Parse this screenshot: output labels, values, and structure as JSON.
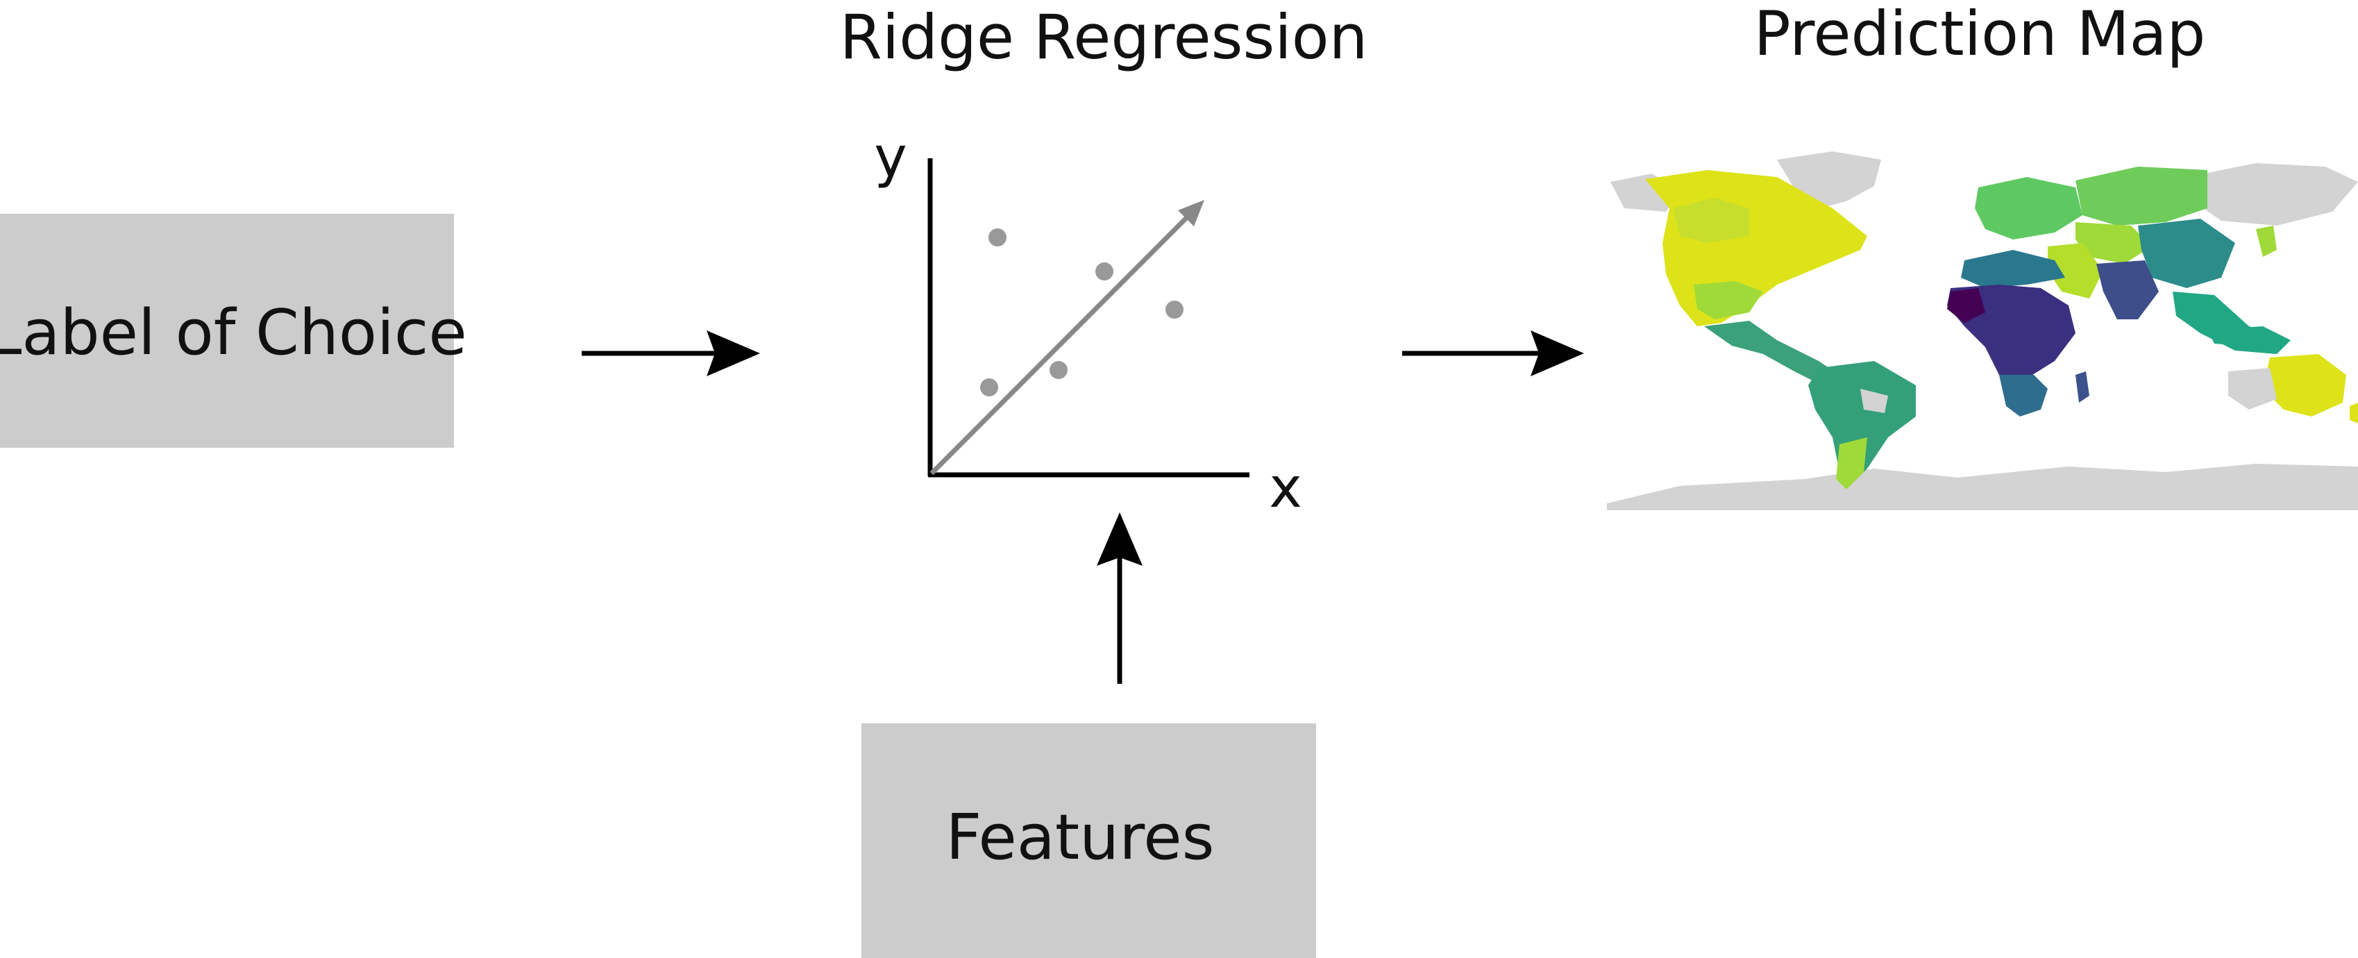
{
  "titles": {
    "ridge": "Ridge Regression",
    "prediction": "Prediction Map"
  },
  "boxes": {
    "label": "Label of Choice",
    "features": "Features"
  },
  "axes": {
    "x": "x",
    "y": "y"
  },
  "colors": {
    "box_fill": "#cccccc",
    "arrow": "#000000",
    "regression": "#888888",
    "land_none": "#d3d3d3",
    "viridis": [
      "#440154",
      "#3b528b",
      "#21918c",
      "#5ec962",
      "#a0da39",
      "#dde318"
    ]
  },
  "map_regions": [
    {
      "name": "north-america",
      "color": "#dde318"
    },
    {
      "name": "central-america",
      "color": "#3ba17a"
    },
    {
      "name": "south-america",
      "color": "#34a07a"
    },
    {
      "name": "europe",
      "color": "#5ec962"
    },
    {
      "name": "russia",
      "color": "#6fcc5a"
    },
    {
      "name": "central-asia",
      "color": "#a0da39"
    },
    {
      "name": "middle-east",
      "color": "#b5de2b"
    },
    {
      "name": "africa-north",
      "color": "#2a788e"
    },
    {
      "name": "africa-central",
      "color": "#3b2f7f"
    },
    {
      "name": "africa-south",
      "color": "#2f6d8e"
    },
    {
      "name": "south-asia",
      "color": "#3d4e8a"
    },
    {
      "name": "east-asia",
      "color": "#2c8c8a"
    },
    {
      "name": "southeast-asia",
      "color": "#22a785"
    },
    {
      "name": "australia",
      "color": "#dde318"
    }
  ]
}
